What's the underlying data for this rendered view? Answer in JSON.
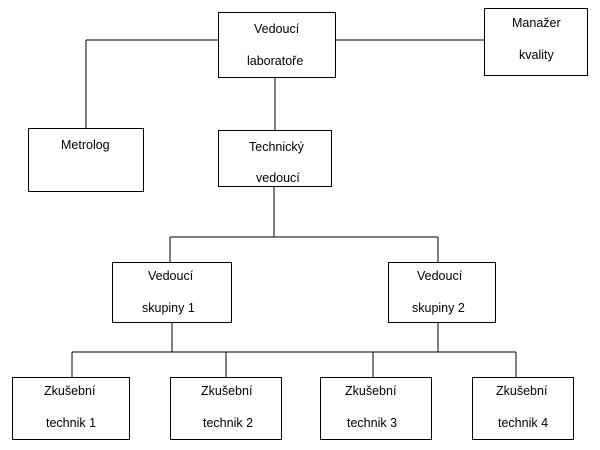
{
  "org_chart": {
    "nodes": [
      {
        "id": "head",
        "lines": [
          "Vedoucí",
          "laboratoře"
        ]
      },
      {
        "id": "quality",
        "lines": [
          "Manažer",
          "kvality"
        ]
      },
      {
        "id": "metrolog",
        "lines": [
          "Metrolog"
        ]
      },
      {
        "id": "technical",
        "lines": [
          "Technický",
          "vedoucí"
        ]
      },
      {
        "id": "group1",
        "lines": [
          "Vedoucí",
          "skupiny 1"
        ]
      },
      {
        "id": "group2",
        "lines": [
          "Vedoucí",
          "skupiny 2"
        ]
      },
      {
        "id": "tech1",
        "lines": [
          "Zkušební",
          "technik 1"
        ]
      },
      {
        "id": "tech2",
        "lines": [
          "Zkušební",
          "technik 2"
        ]
      },
      {
        "id": "tech3",
        "lines": [
          "Zkušební",
          "technik 3"
        ]
      },
      {
        "id": "tech4",
        "lines": [
          "Zkušební",
          "technik 4"
        ]
      }
    ]
  }
}
